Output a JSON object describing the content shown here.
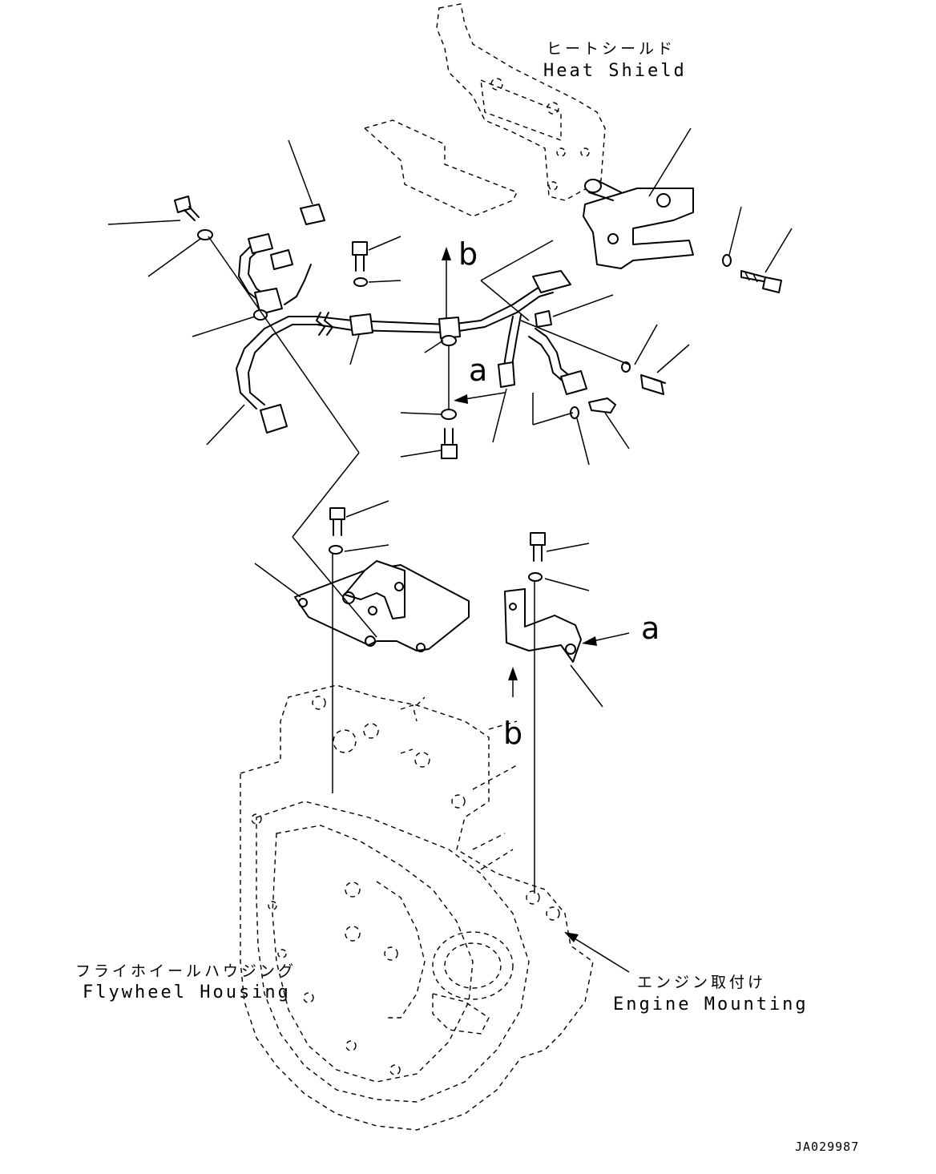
{
  "labels": {
    "heat_shield_jp": "ヒートシールド",
    "heat_shield_en": "Heat Shield",
    "flywheel_housing_jp": "フライホイールハウジング",
    "flywheel_housing_en": "Flywheel Housing",
    "engine_mounting_jp": "エンジン取付け",
    "engine_mounting_en": "Engine Mounting"
  },
  "view_refs": {
    "a_upper": "a",
    "b_upper": "b",
    "a_lower": "a",
    "b_lower": "b"
  },
  "drawing_code": "JA029987"
}
